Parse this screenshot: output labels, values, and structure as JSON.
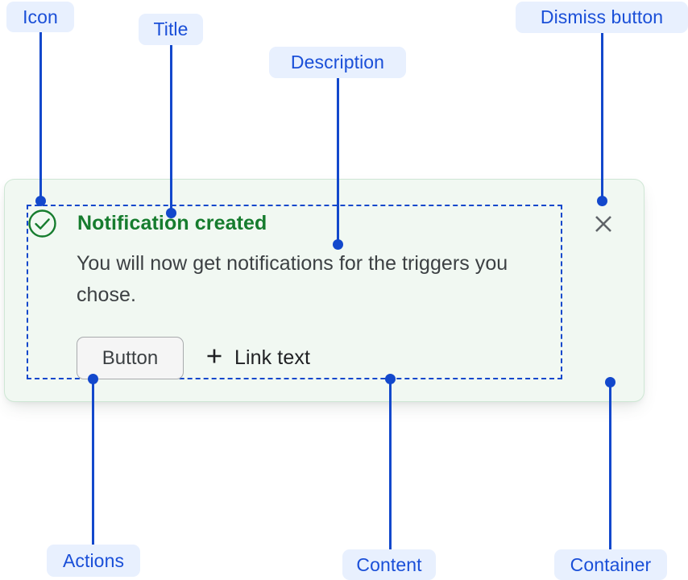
{
  "annotations": [
    {
      "id": "icon",
      "label": "Icon"
    },
    {
      "id": "title",
      "label": "Title"
    },
    {
      "id": "description",
      "label": "Description"
    },
    {
      "id": "dismiss-button",
      "label": "Dismiss button"
    },
    {
      "id": "actions",
      "label": "Actions"
    },
    {
      "id": "content",
      "label": "Content"
    },
    {
      "id": "container",
      "label": "Container"
    }
  ],
  "notification": {
    "status_icon": "check-circle-icon",
    "title": "Notification created",
    "description": "You will now get notifications for the triggers you chose.",
    "actions": {
      "button_label": "Button",
      "link_icon": "plus-icon",
      "link_label": "Link text"
    },
    "dismiss_icon": "close-icon"
  },
  "colors": {
    "annotation_blue": "#1348cc",
    "annotation_chip_bg": "#e8f0fe",
    "annotation_chip_text": "#1a4fd8",
    "container_bg": "#f1f8f2",
    "container_border": "#cfe7d5",
    "success_green": "#167c2e",
    "body_text": "#3c4043",
    "dismiss_gray": "#5f6368",
    "button_bg": "#f5f5f5",
    "button_border": "#a8aaad"
  }
}
